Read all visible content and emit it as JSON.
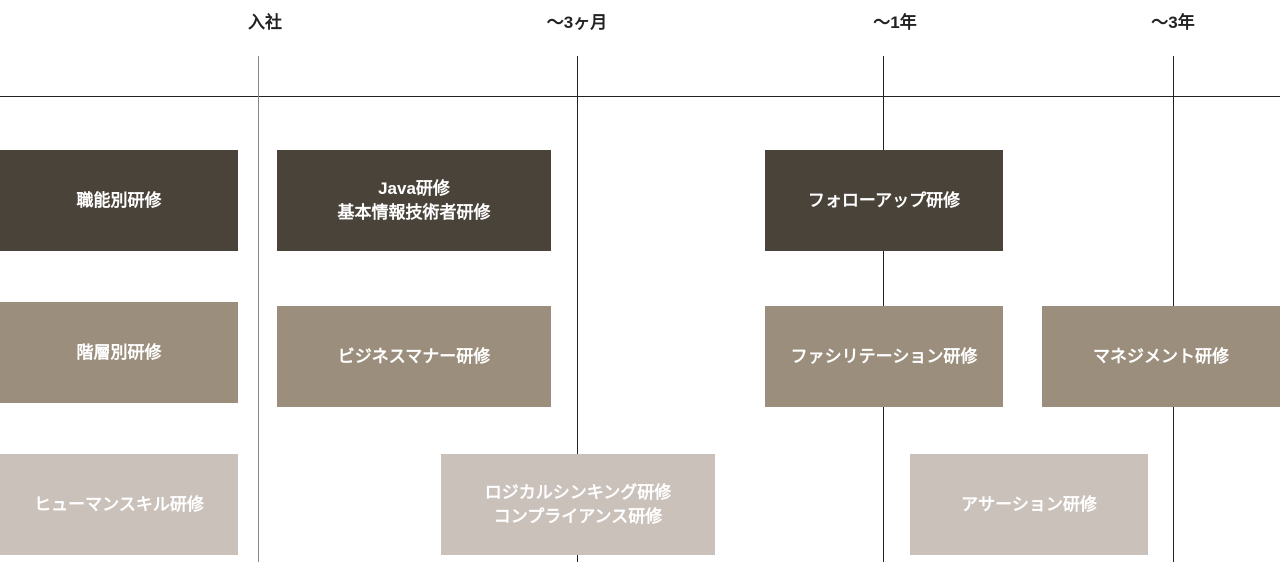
{
  "milestones": [
    "入社",
    "〜3ヶ月",
    "〜1年",
    "〜3年"
  ],
  "categories": {
    "functional": "職能別研修",
    "hierarchical": "階層別研修",
    "human_skill": "ヒューマンスキル研修"
  },
  "trainings": {
    "java": "Java研修\n基本情報技術者研修",
    "follow_up": "フォローアップ研修",
    "business_manner": "ビジネスマナー研修",
    "facilitation": "ファシリテーション研修",
    "management": "マネジメント研修",
    "logical": "ロジカルシンキング研修\nコンプライアンス研修",
    "assertion": "アサーション研修"
  },
  "colors": {
    "dark": "#4a433a",
    "mid": "#9b8e7c",
    "light": "#cac1bb"
  }
}
